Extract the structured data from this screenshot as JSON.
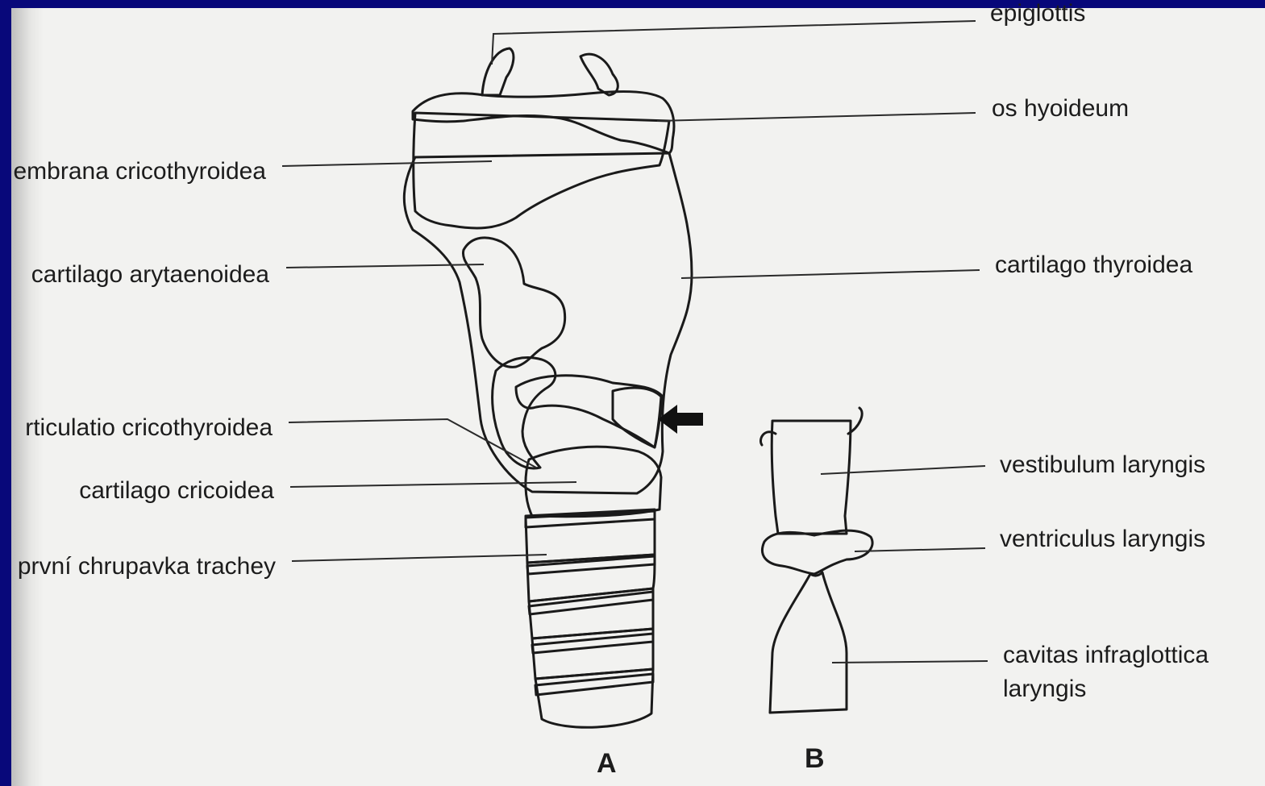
{
  "labels_right": {
    "epiglottis": "epiglottis",
    "os_hyoideum": "os hyoideum",
    "cartilago_thyroidea": "cartilago thyroidea",
    "vestibulum_laryngis": "vestibulum laryngis",
    "ventriculus_laryngis": "ventriculus laryngis",
    "cavitas_line1": "cavitas infraglottica",
    "cavitas_line2": "laryngis"
  },
  "labels_left": {
    "membrana": "embrana cricothyroidea",
    "arytaenoidea": "cartilago arytaenoidea",
    "articulatio": "rticulatio cricothyroidea",
    "cricoidea": "cartilago cricoidea",
    "trachea": "první chrupavka trachey"
  },
  "panels": {
    "a": "A",
    "b": "B"
  },
  "colors": {
    "background": "#08087a",
    "paper": "#f2f2f0",
    "hyoid": "#e8e2a8",
    "cavity": "#9a9a9a",
    "ventricle": "#262626"
  }
}
